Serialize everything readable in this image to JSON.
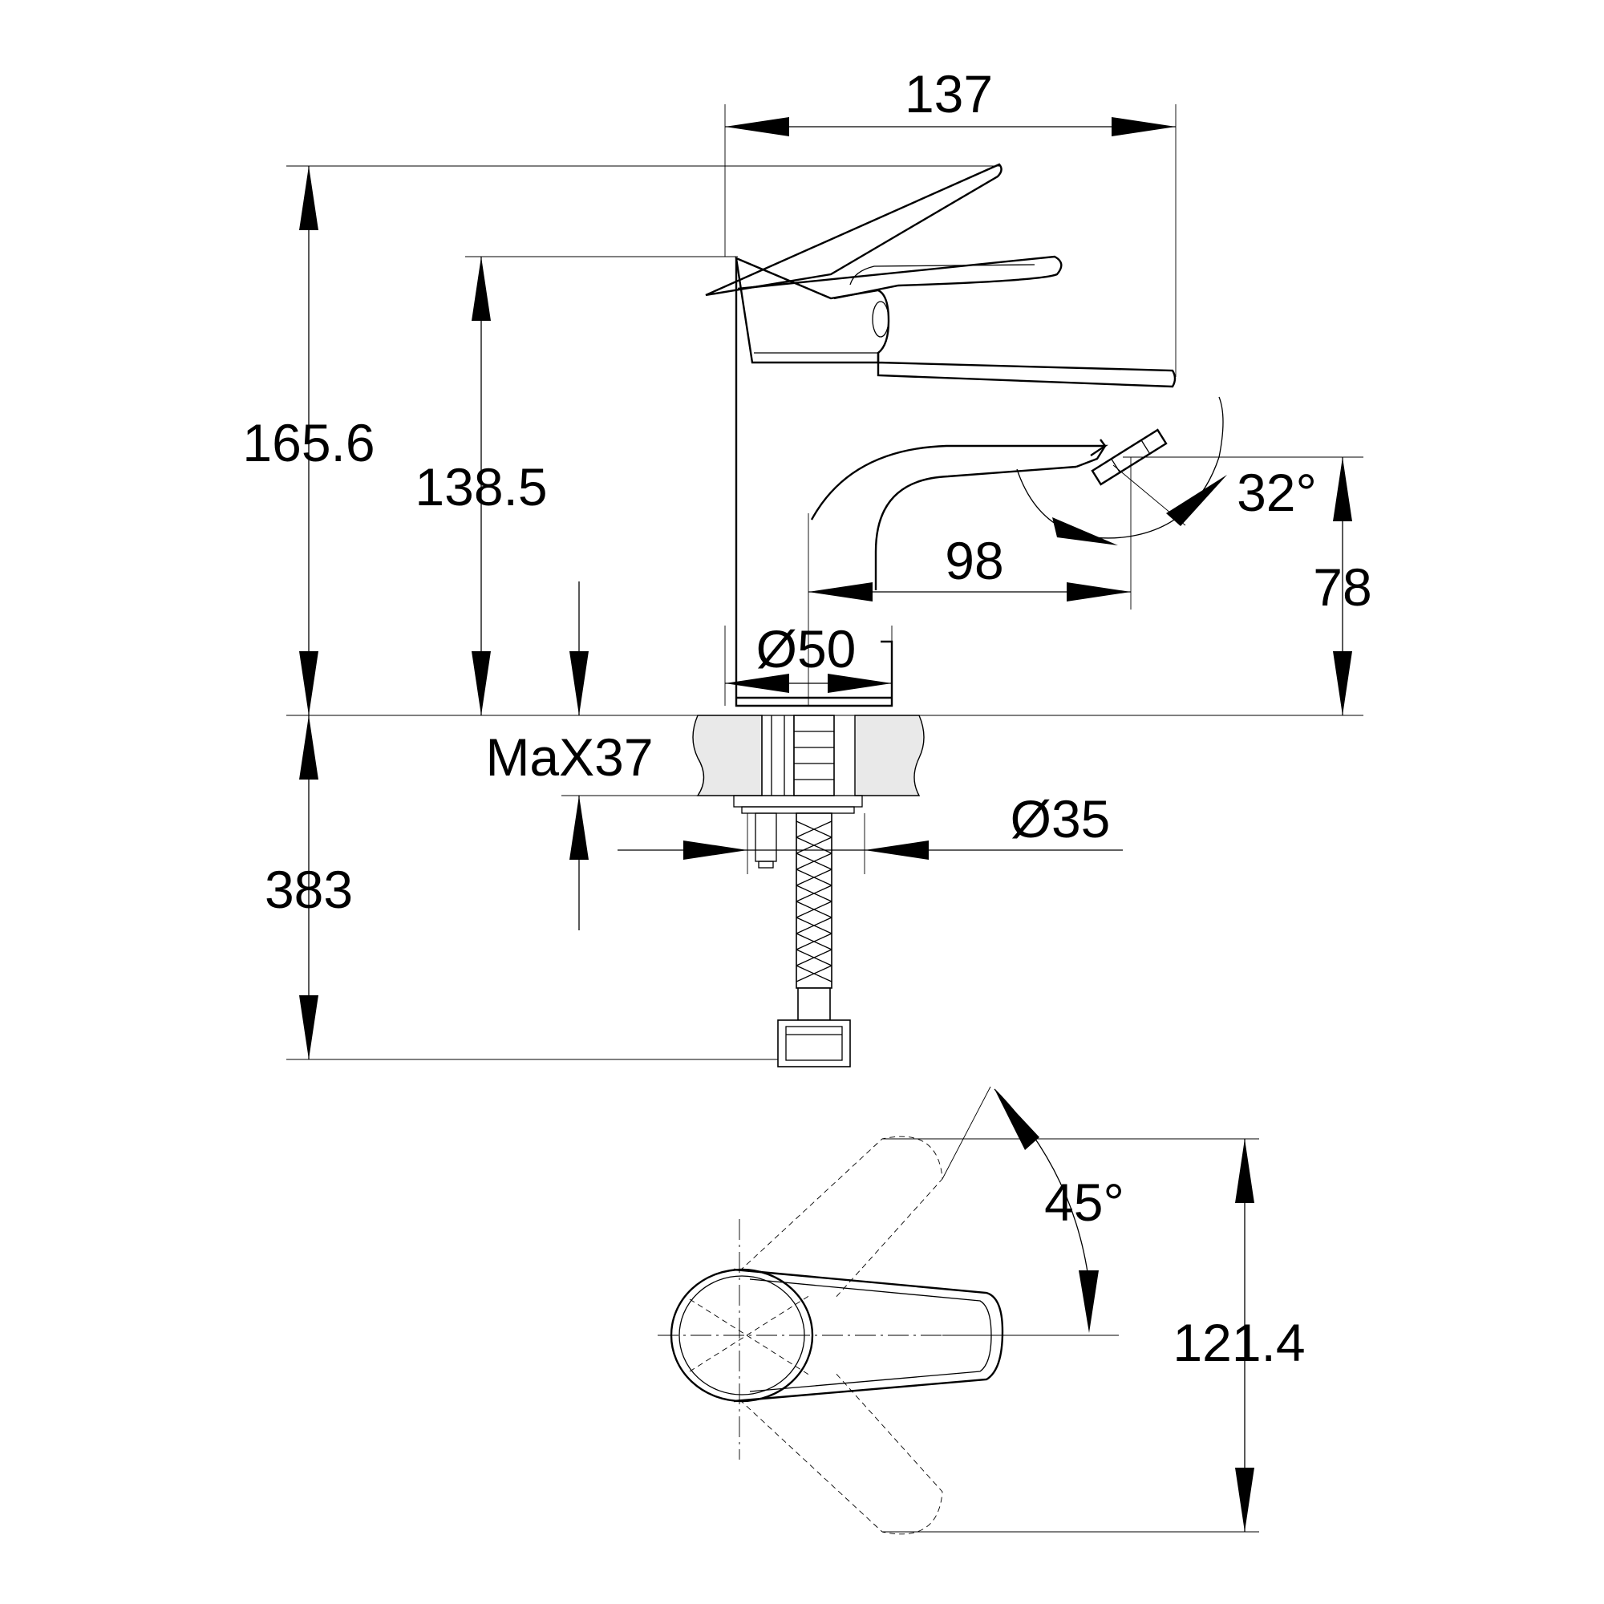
{
  "dimensions": {
    "overall_width": "137",
    "total_height": "165.6",
    "spout_height": "138.5",
    "outlet_height": "78",
    "spout_reach": "98",
    "body_diameter": "Ø50",
    "deck_max_thickness": "MaX37",
    "hose_length": "383",
    "shank_diameter": "Ø35",
    "aerator_angle": "32°",
    "handle_rotation_angle": "45°",
    "handle_depth": "121.4"
  }
}
